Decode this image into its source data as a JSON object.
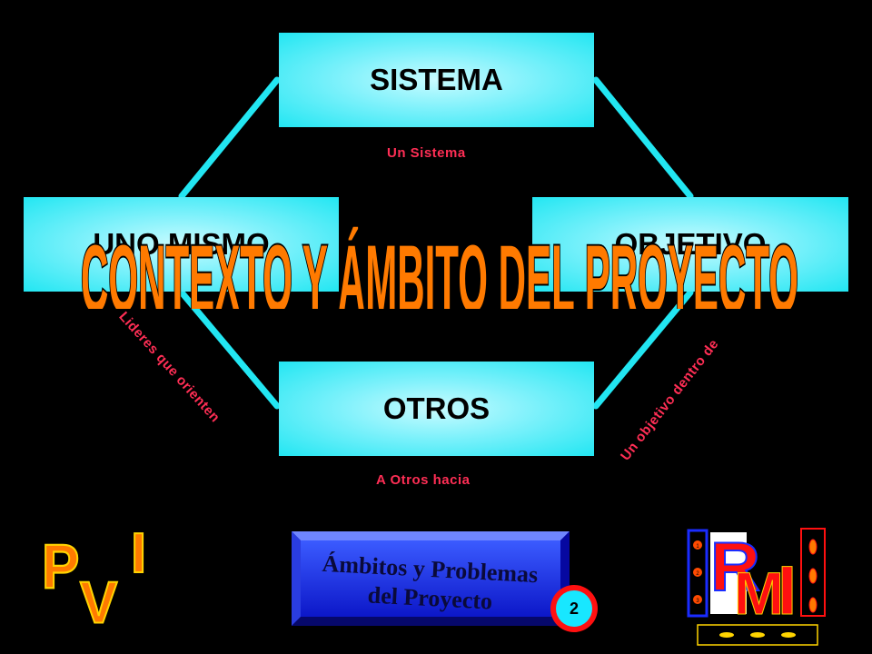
{
  "diagram": {
    "nodes": {
      "top": "SISTEMA",
      "bottom": "OTROS",
      "left": "UNO MISMO",
      "right": "OBJETIVO"
    },
    "labels": {
      "top": "Un Sistema",
      "bottom": "A Otros hacia",
      "left": "Lideres que orienten",
      "right": "Un objetivo dentro de"
    },
    "title": "CONTEXTO Y ÁMBITO DEL PROYECTO"
  },
  "footer": {
    "banner_line1": "Ámbitos y Problemas",
    "banner_line2": "del Proyecto",
    "page_number": "2"
  },
  "logos": {
    "left_letters": [
      "P",
      "V",
      "I"
    ],
    "right_letters": [
      "R",
      "M",
      "I"
    ],
    "right_small_numbers": [
      "1",
      "2",
      "3"
    ]
  },
  "colors": {
    "background": "#000000",
    "box_fill": "#22e6f2",
    "connector": "#22e6f2",
    "label_red": "#ff2e55",
    "title_fill": "#ff7a00",
    "title_stroke": "#000000",
    "banner_blue": "#1a2cff"
  }
}
